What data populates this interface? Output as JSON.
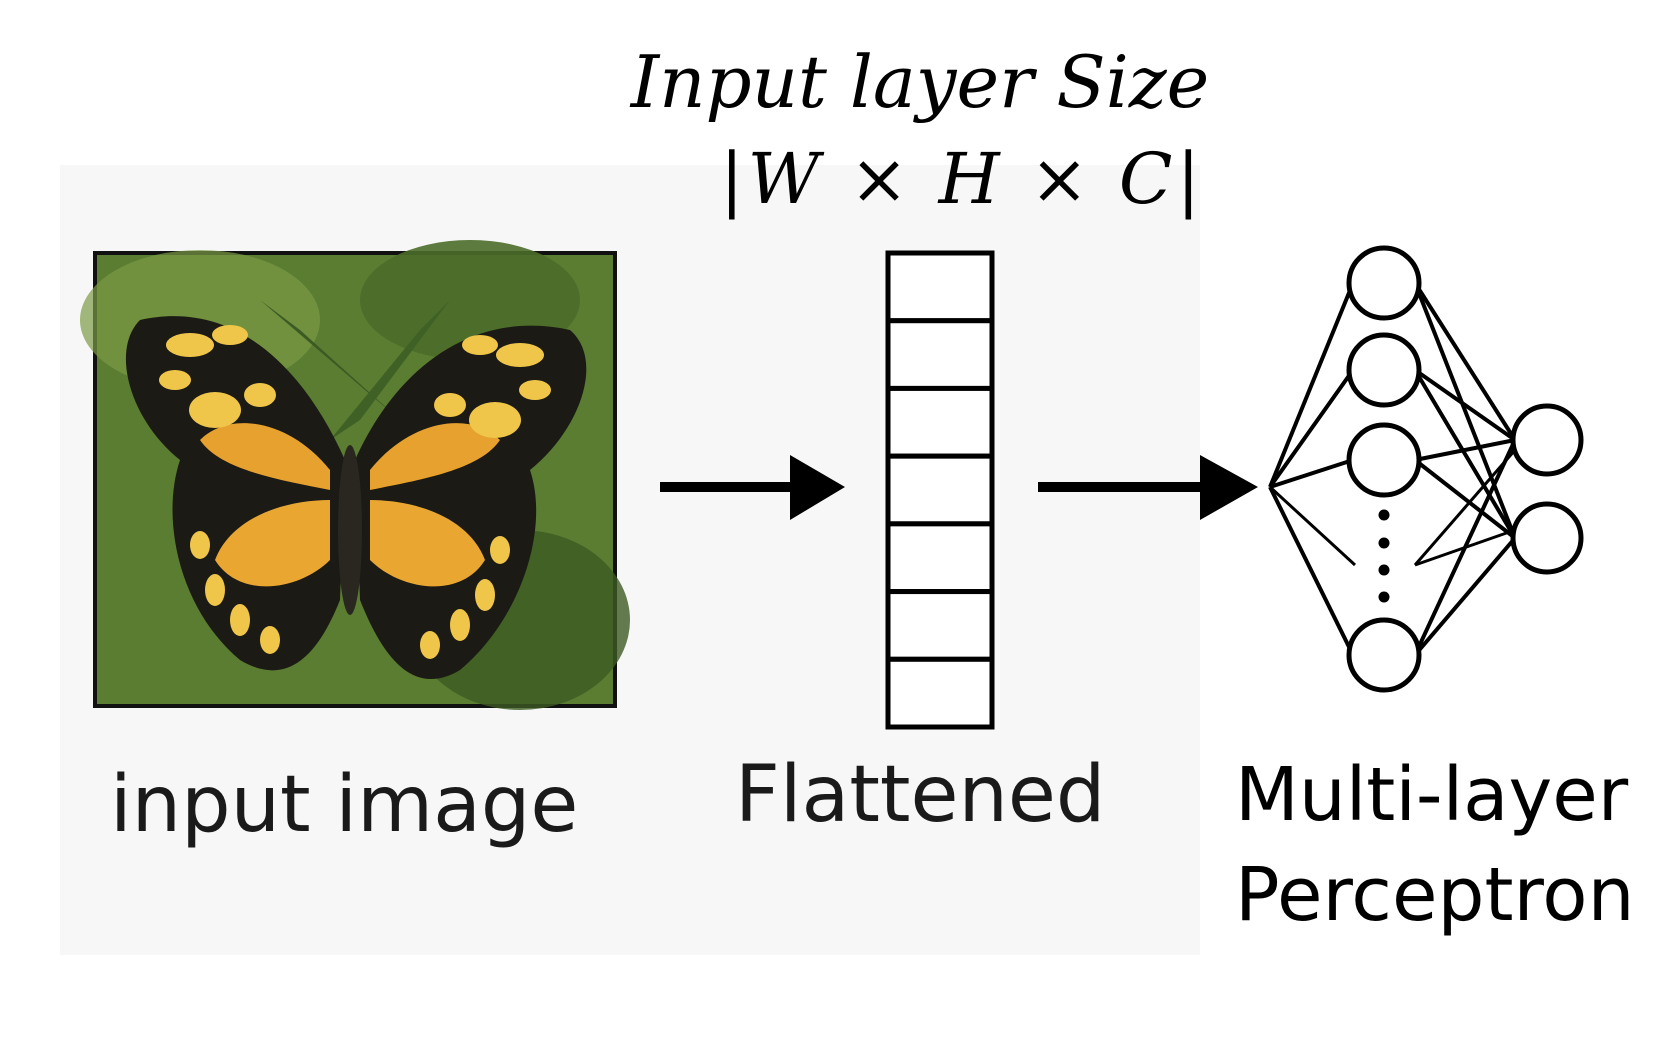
{
  "title": "Input layer Size",
  "formula": "|W × H × C|",
  "captions": {
    "input_image": "input image",
    "flattened": "Flattened",
    "mlp_line1": "Multi-layer",
    "mlp_line2": "Perceptron"
  },
  "flattened_cells": 7,
  "mlp": {
    "input_nodes_visible": 4,
    "output_nodes": 2
  },
  "colors": {
    "leaf_dark": "#2f4f1c",
    "leaf_light": "#6f8f3c",
    "wing_black": "#1c1a14",
    "wing_orange": "#e7a12e",
    "wing_yellow": "#f0c64a"
  }
}
